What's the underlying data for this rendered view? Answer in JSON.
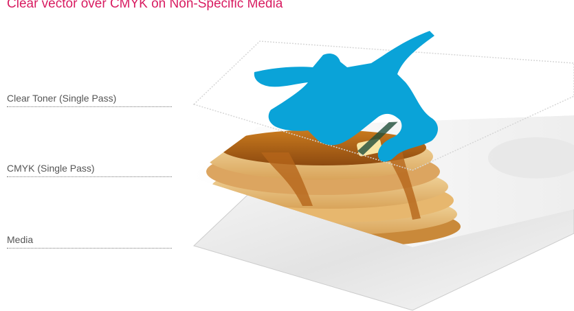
{
  "diagram": {
    "title": "Clear vector over CMYK on Non-Specific Media",
    "title_color": "#d81b60",
    "layers": [
      {
        "id": "clear",
        "label": "Clear Toner (Single Pass)"
      },
      {
        "id": "cmyk",
        "label": "CMYK (Single Pass)"
      },
      {
        "id": "media",
        "label": "Media"
      }
    ],
    "clear_shape_color": "#0aa3d8",
    "media_color": "#e0e0e0"
  }
}
